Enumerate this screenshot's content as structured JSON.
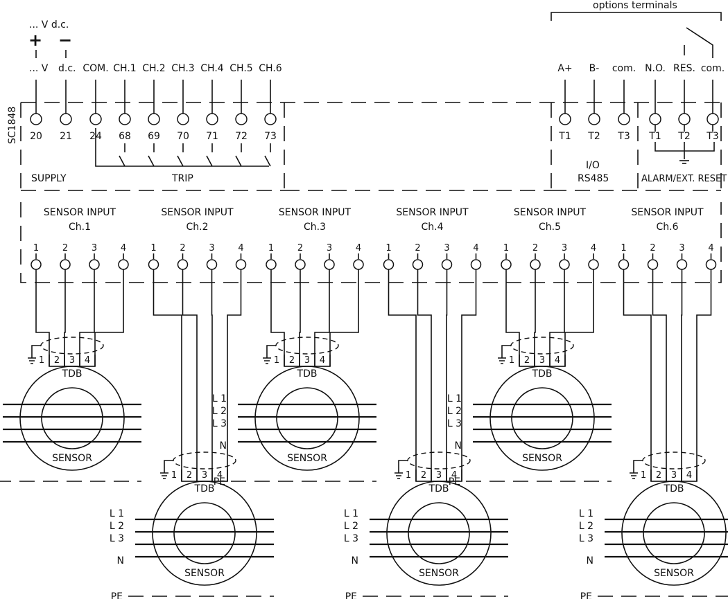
{
  "supply": {
    "v_dc_top": "... V d.c.",
    "plus": "+",
    "minus": "−",
    "v_dc_left": "... V",
    "v_dc_right": "d.c.",
    "tag": "SC1848",
    "label": "SUPPLY"
  },
  "main_terminals": [
    {
      "name": "",
      "num": "20"
    },
    {
      "name": "",
      "num": "21"
    },
    {
      "name": "COM.",
      "num": "24"
    },
    {
      "name": "CH.1",
      "num": "68"
    },
    {
      "name": "CH.2",
      "num": "69"
    },
    {
      "name": "CH.3",
      "num": "70"
    },
    {
      "name": "CH.4",
      "num": "71"
    },
    {
      "name": "CH.5",
      "num": "72"
    },
    {
      "name": "CH.6",
      "num": "73"
    }
  ],
  "trip_label": "TRIP",
  "options": {
    "title": "options terminals",
    "rs485_terminals": [
      {
        "name": "A+",
        "num": "T1"
      },
      {
        "name": "B-",
        "num": "T2"
      },
      {
        "name": "com.",
        "num": "T3"
      }
    ],
    "rs485_label_1": "I/O",
    "rs485_label_2": "RS485",
    "alarm_terminals": [
      {
        "name": "N.O.",
        "num": "T1"
      },
      {
        "name": "RES.",
        "num": "T2"
      },
      {
        "name": "com.",
        "num": "T3"
      }
    ],
    "alarm_label": "ALARM/EXT. RESET"
  },
  "sensor_inputs": [
    {
      "title": "SENSOR INPUT",
      "channel": "Ch.1"
    },
    {
      "title": "SENSOR INPUT",
      "channel": "Ch.2"
    },
    {
      "title": "SENSOR INPUT",
      "channel": "Ch.3"
    },
    {
      "title": "SENSOR INPUT",
      "channel": "Ch.4"
    },
    {
      "title": "SENSOR INPUT",
      "channel": "Ch.5"
    },
    {
      "title": "SENSOR INPUT",
      "channel": "Ch.6"
    }
  ],
  "input_pins": [
    "1",
    "2",
    "3",
    "4"
  ],
  "sensor": {
    "top_label": "TDB",
    "bottom_label": "SENSOR",
    "wire_numbers": [
      "1",
      "2",
      "3",
      "4"
    ],
    "lines": [
      "L 1",
      "L 2",
      "L 3",
      "N"
    ],
    "pe": "PE"
  }
}
